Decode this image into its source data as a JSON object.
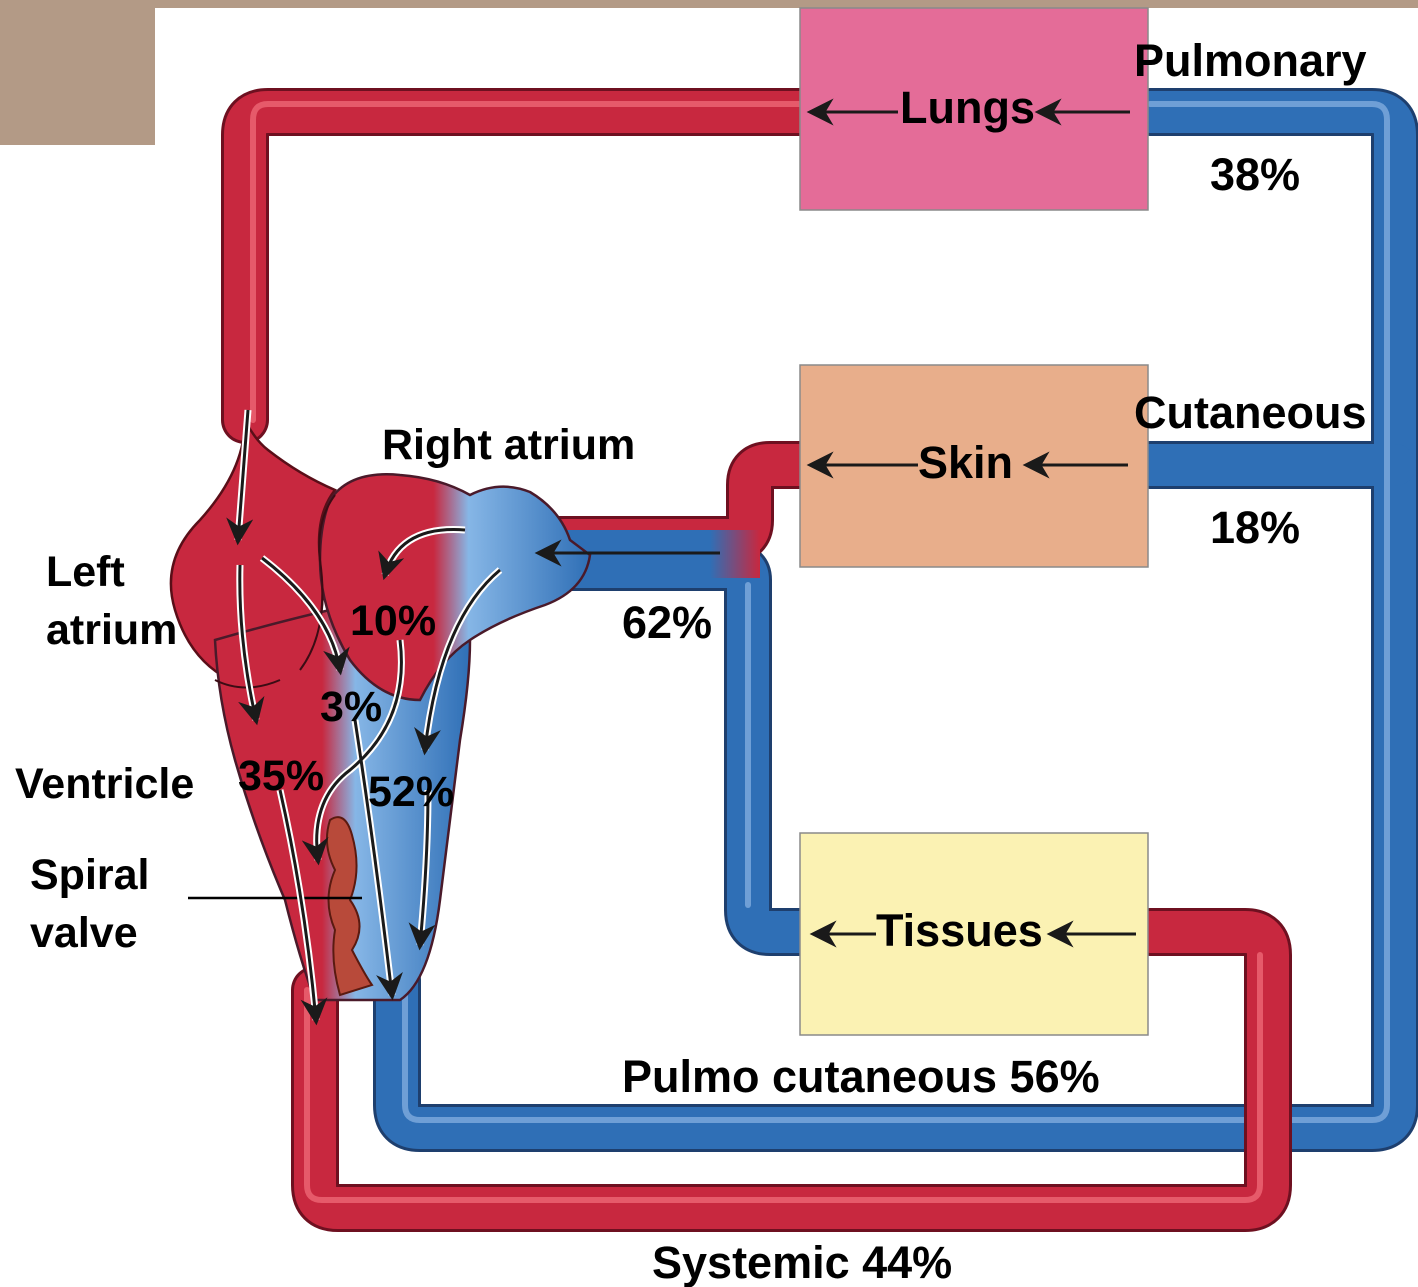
{
  "colors": {
    "oxygenated": "#c8283f",
    "oxygenated_light": "#e65a6a",
    "deoxygenated": "#2f6fb6",
    "deoxygenated_light": "#86b6e6",
    "lungs_fill": "#e46c98",
    "skin_fill": "#e8ae8b",
    "tissues_fill": "#fbf2b3",
    "header_band": "#b39a86",
    "spiral_valve": "#b84a3a"
  },
  "organs": {
    "lungs": "Lungs",
    "skin": "Skin",
    "tissues": "Tissues"
  },
  "labels": {
    "pulmonary": "Pulmonary",
    "pulmonary_pct": "38%",
    "cutaneous": "Cutaneous",
    "cutaneous_pct": "18%",
    "right_atrium": "Right atrium",
    "left_atrium_line1": "Left",
    "left_atrium_line2": "atrium",
    "ventricle": "Ventricle",
    "spiral_valve_line1": "Spiral",
    "spiral_valve_line2": "valve",
    "return_pct": "62%",
    "pct_10": "10%",
    "pct_3": "3%",
    "pct_35": "35%",
    "pct_52": "52%",
    "pulmo_cutaneous": "Pulmo cutaneous 56%",
    "systemic": "Systemic 44%"
  },
  "icons": [
    "flow-arrow-icon"
  ]
}
